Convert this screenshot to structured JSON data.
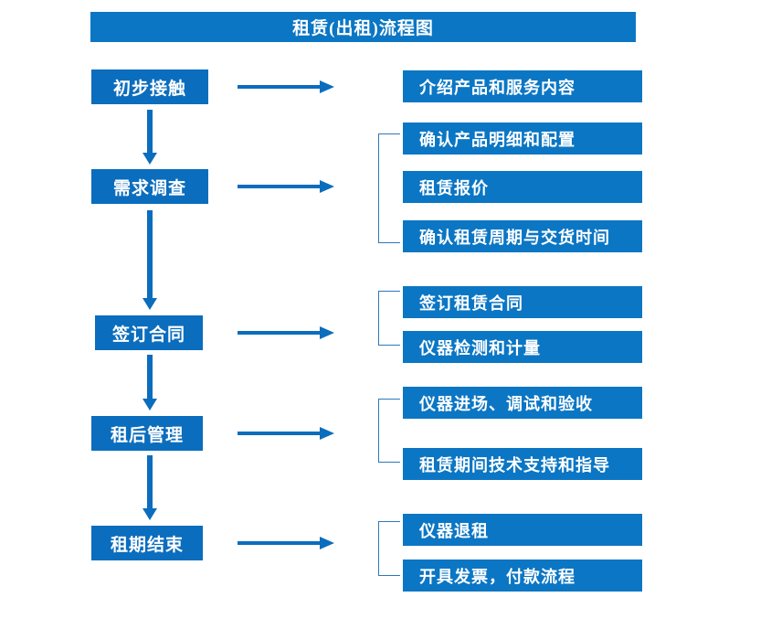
{
  "title": {
    "text": "租赁(出租)流程图"
  },
  "colors": {
    "box_blue": "#0b76c4",
    "stage_blue": "#0b6dbd",
    "arrow_blue": "#0b6dbd",
    "bracket_blue": "#2e78b8",
    "text": "#ffffff",
    "background": "#ffffff"
  },
  "stages": [
    {
      "label": "初步接触"
    },
    {
      "label": "需求调查"
    },
    {
      "label": "签订合同"
    },
    {
      "label": "租后管理"
    },
    {
      "label": "租期结束"
    }
  ],
  "detail_groups": [
    {
      "stage": "初步接触",
      "items": [
        {
          "label": "介绍产品和服务内容"
        }
      ]
    },
    {
      "stage": "需求调查",
      "items": [
        {
          "label": "确认产品明细和配置"
        },
        {
          "label": "租赁报价"
        },
        {
          "label": "确认租赁周期与交货时间"
        }
      ]
    },
    {
      "stage": "签订合同",
      "items": [
        {
          "label": "签订租赁合同"
        },
        {
          "label": "仪器检测和计量"
        }
      ]
    },
    {
      "stage": "租后管理",
      "items": [
        {
          "label": "仪器进场、调试和验收"
        },
        {
          "label": "租赁期间技术支持和指导"
        }
      ]
    },
    {
      "stage": "租期结束",
      "items": [
        {
          "label": "仪器退租"
        },
        {
          "label": "开具发票，付款流程"
        }
      ]
    }
  ],
  "connectors": {
    "horizontal_arrow_icon": "arrow-right-icon",
    "vertical_arrow_icon": "arrow-down-icon",
    "bracket_icon": "bracket-left-icon"
  }
}
